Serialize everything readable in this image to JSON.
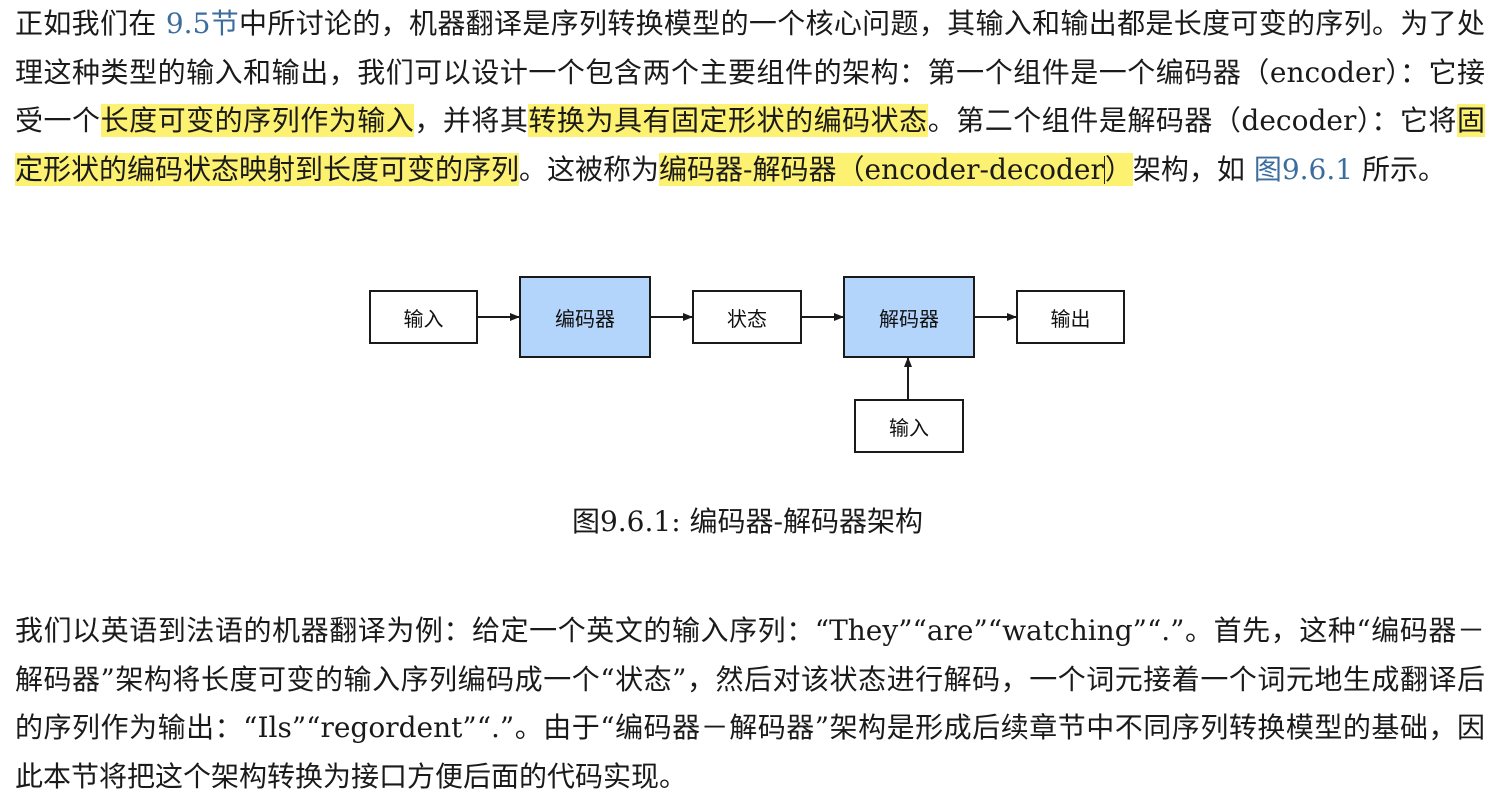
{
  "paragraph1": {
    "s1": "正如我们在 ",
    "link_section": "9.5节",
    "s2": "中所讨论的，机器翻译是序列转换模型的一个核心问题，其输入和输出都是长度可变的序列。为了处理这种类型的输入和输出，我们可以设计一个包含两个主要组件的架构：第一个组件是一个编码器（encoder）：它接受一个",
    "hl1": "长度可变的序列作为输入",
    "s3": "，并将其",
    "hl2": "转换为具有固定形状的编码状态",
    "s4": "。第二个组件是解码器（decoder）：它将",
    "hl3": "固定形状的编码状态映射到长度可变的序列",
    "s5": "。这被称为",
    "hl4a": "编码器-解码器（encoder-decoder",
    "hl4b": "）",
    "s6": "架构，如 ",
    "link_figure": "图9.6.1",
    "s7": " 所示。"
  },
  "diagram": {
    "input_label": "输入",
    "encoder_label": "编码器",
    "state_label": "状态",
    "decoder_label": "解码器",
    "output_label": "输出",
    "decoder_input_label": "输入",
    "encoder_color": "#b3d4fb",
    "decoder_color": "#b3d4fb"
  },
  "caption": "图9.6.1: 编码器-解码器架构",
  "paragraph2": "我们以英语到法语的机器翻译为例：给定一个英文的输入序列：“They”“are”“watching”“.”。首先，这种“编码器－解码器”架构将长度可变的输入序列编码成一个“状态”，然后对该状态进行解码，一个词元接着一个词元地生成翻译后的序列作为输出：“Ils”“regordent”“.”。由于“编码器－解码器”架构是形成后续章节中不同序列转换模型的基础，因此本节将把这个架构转换为接口方便后面的代码实现。",
  "colors": {
    "highlight": "#fdf172",
    "link": "#3b6e9e"
  }
}
